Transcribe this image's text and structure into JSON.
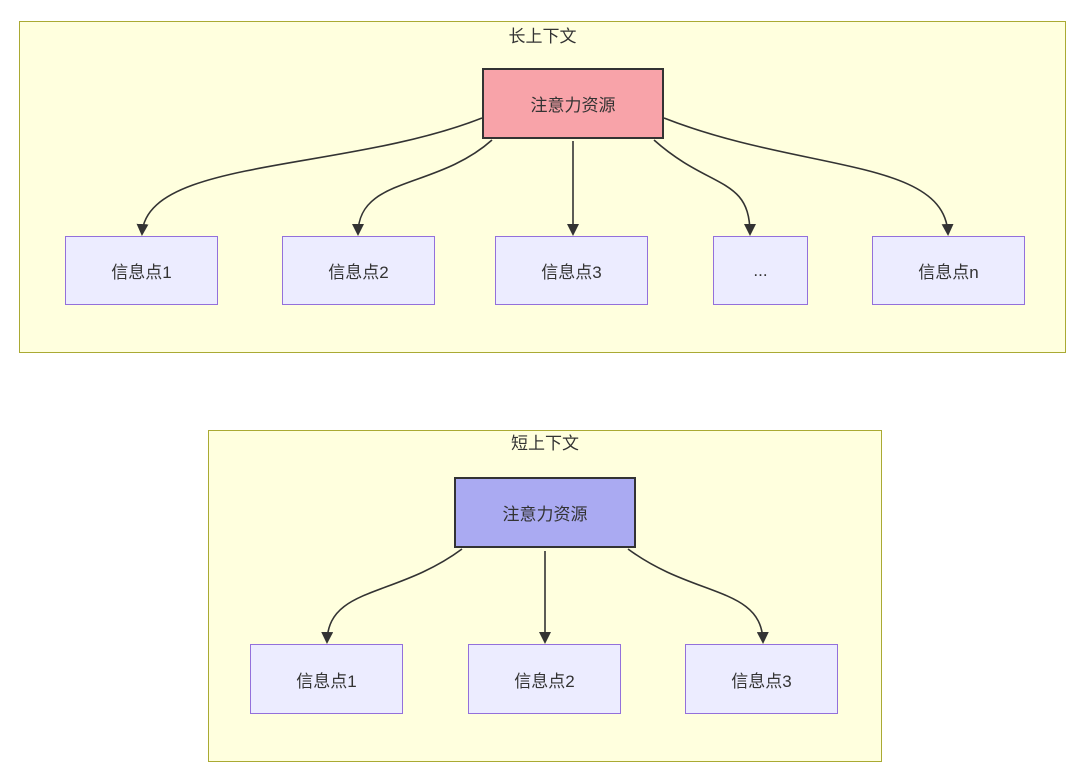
{
  "colors": {
    "container_fill": "#ffffde",
    "container_border": "#aaaa33",
    "node_fill": "#ececff",
    "node_border": "#9370db",
    "attention_long_fill": "#f8a3a9",
    "attention_short_fill": "#aaaaf2",
    "attention_border": "#333333",
    "arrow_color": "#333333",
    "text_color": "#333333"
  },
  "diagrams": [
    {
      "title": "长上下文",
      "attention_label": "注意力资源",
      "nodes": [
        "信息点1",
        "信息点2",
        "信息点3",
        "...",
        "信息点n"
      ]
    },
    {
      "title": "短上下文",
      "attention_label": "注意力资源",
      "nodes": [
        "信息点1",
        "信息点2",
        "信息点3"
      ]
    }
  ]
}
